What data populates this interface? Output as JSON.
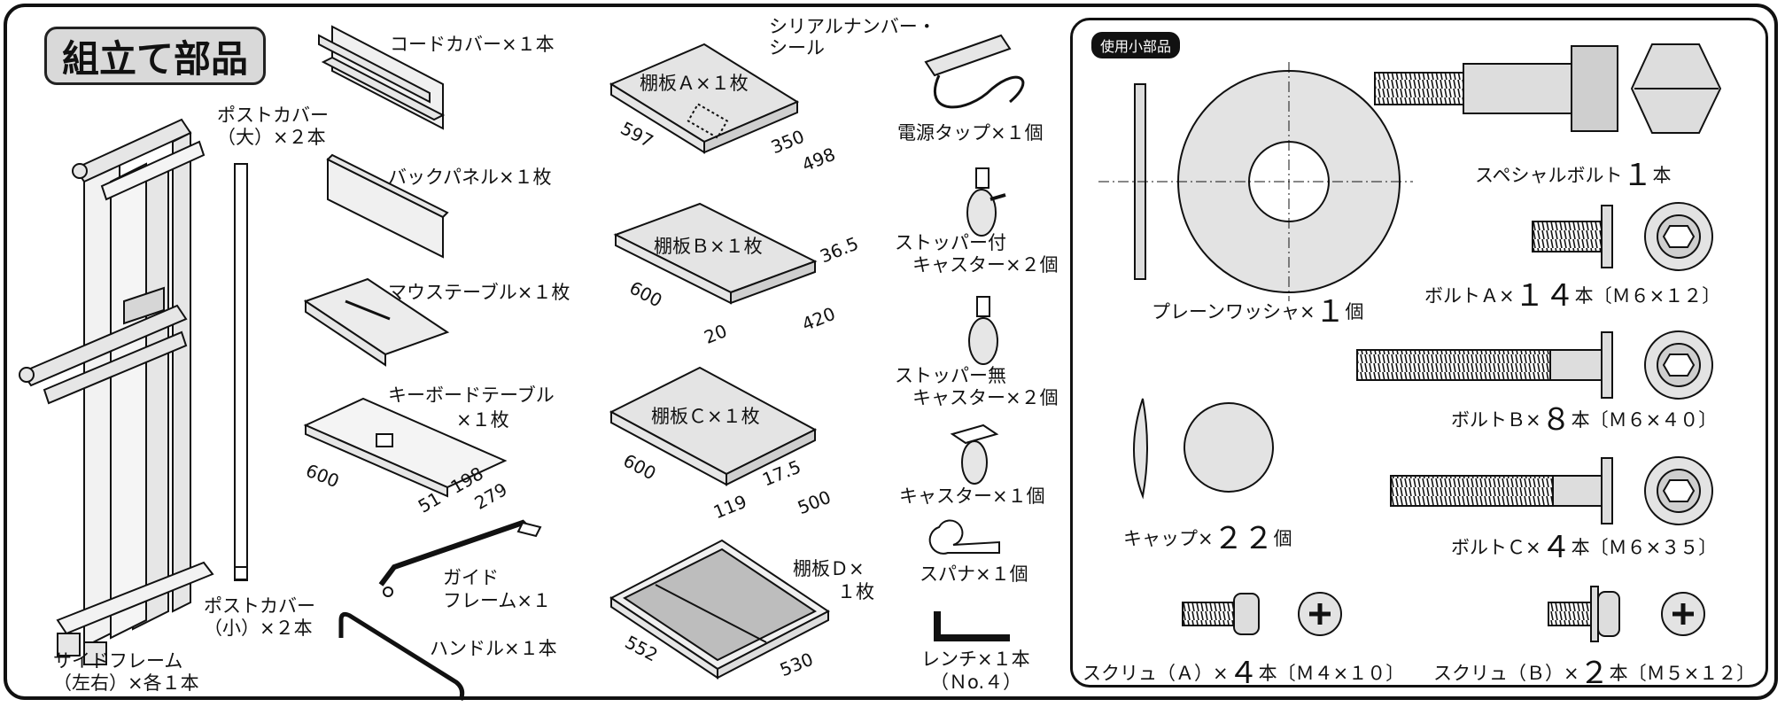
{
  "title": "組立て部品",
  "left_labels": {
    "cord_cover": "コードカバー×１本",
    "post_cover_large_1": "ポストカバー",
    "post_cover_large_2": "（大）×２本",
    "back_panel": "バックパネル×１枚",
    "mouse_table": "マウステーブル×１枚",
    "keyboard_table_1": "キーボードテーブル",
    "keyboard_table_2": "×１枚",
    "guide_frame_1": "ガイド",
    "guide_frame_2": "フレーム×１",
    "handle": "ハンドル×１本",
    "post_cover_small_1": "ポストカバー",
    "post_cover_small_2": "（小）×２本",
    "side_frame_1": "サイドフレーム",
    "side_frame_2": "（左右）×各１本"
  },
  "keyboard_dims": {
    "w": "600",
    "a": "51",
    "b": "198",
    "c": "279"
  },
  "shelves": {
    "a_label": "棚板Ａ×１枚",
    "serial_1": "シリアルナンバー・",
    "serial_2": "シール",
    "a_dims": {
      "w": "597",
      "a": "350",
      "b": "498"
    },
    "b_label": "棚板Ｂ×１枚",
    "b_dims": {
      "w": "600",
      "a": "36.5",
      "b": "20",
      "c": "420"
    },
    "c_label": "棚板Ｃ×１枚",
    "c_dims": {
      "w": "600",
      "a": "17.5",
      "b": "119",
      "c": "500"
    },
    "d_label_1": "棚板Ｄ×",
    "d_label_2": "１枚",
    "d_dims": {
      "w": "552",
      "b": "530"
    }
  },
  "right_labels": {
    "power_strip": "電源タップ×１個",
    "caster_stopper_1": "ストッパー付",
    "caster_stopper_2": "キャスター×２個",
    "caster_nostop_1": "ストッパー無",
    "caster_nostop_2": "キャスター×２個",
    "caster": "キャスター×１個",
    "spanner": "スパナ×１個",
    "wrench_1": "レンチ×１本",
    "wrench_2": "（Ｎo.４）"
  },
  "small_parts": {
    "badge": "使用小部品",
    "special_bolt": "スペシャルボルト",
    "special_bolt_qty": "１",
    "special_bolt_unit": "本",
    "washer": "プレーンワッシャ×",
    "washer_qty": "１",
    "washer_unit": "個",
    "bolt_a": "ボルトＡ×",
    "bolt_a_qty": "１４",
    "bolt_a_unit": "本〔Ｍ６×１２〕",
    "bolt_b": "ボルトＢ×",
    "bolt_b_qty": "８",
    "bolt_b_unit": "本〔Ｍ６×４０〕",
    "bolt_c": "ボルトＣ×",
    "bolt_c_qty": "４",
    "bolt_c_unit": "本〔Ｍ６×３５〕",
    "cap": "キャップ×",
    "cap_qty": "２２",
    "cap_unit": "個",
    "screw_a": "スクリュ（Ａ）×",
    "screw_a_qty": "４",
    "screw_a_unit": "本〔Ｍ４×１０〕",
    "screw_b": "スクリュ（Ｂ）×",
    "screw_b_qty": "２",
    "screw_b_unit": "本〔Ｍ５×１２〕"
  }
}
